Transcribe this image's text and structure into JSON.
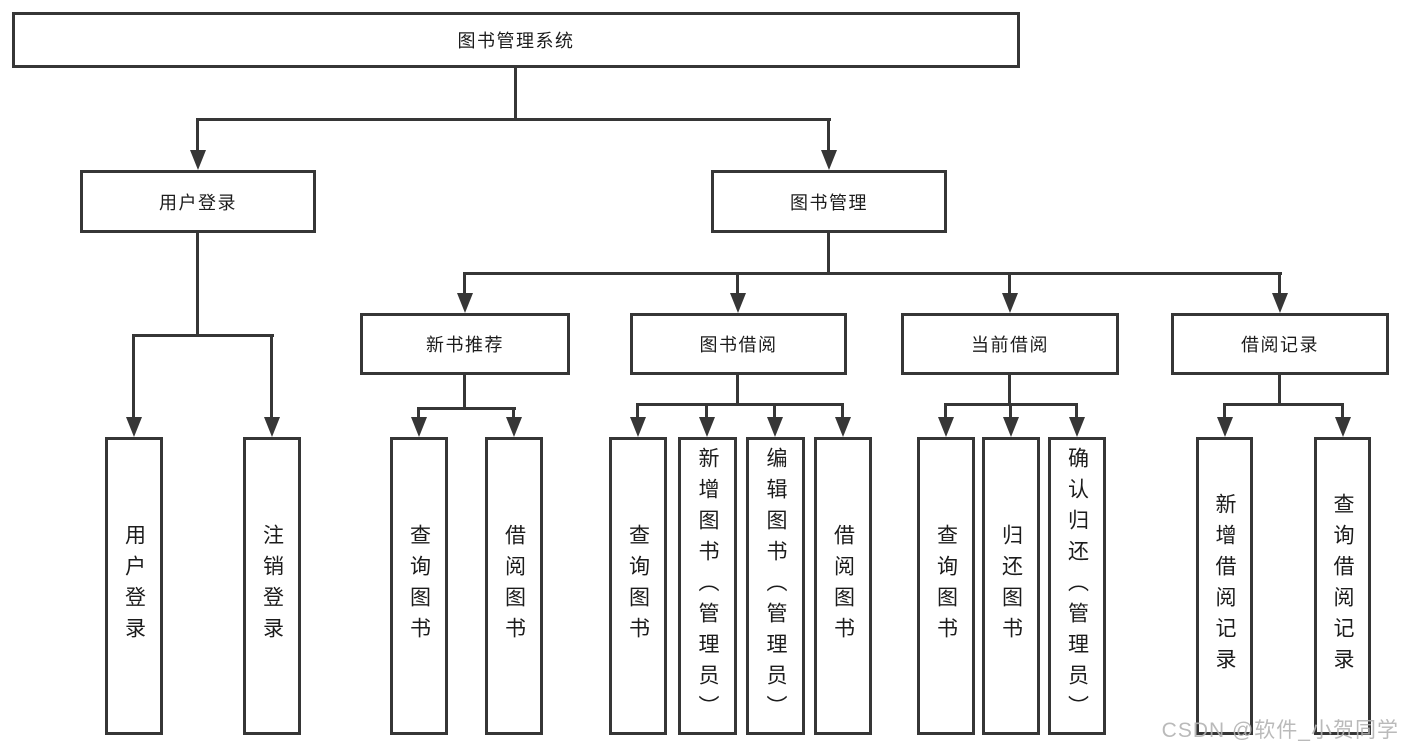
{
  "diagram_type": "hierarchy-tree",
  "tree": {
    "label": "图书管理系统",
    "children": [
      {
        "label": "用户登录",
        "children": [
          {
            "label": "用户登录"
          },
          {
            "label": "注销登录"
          }
        ]
      },
      {
        "label": "图书管理",
        "children": [
          {
            "label": "新书推荐",
            "children": [
              {
                "label": "查询图书"
              },
              {
                "label": "借阅图书"
              }
            ]
          },
          {
            "label": "图书借阅",
            "children": [
              {
                "label": "查询图书"
              },
              {
                "label": "新增图书（管理员）"
              },
              {
                "label": "编辑图书（管理员）"
              },
              {
                "label": "借阅图书"
              }
            ]
          },
          {
            "label": "当前借阅",
            "children": [
              {
                "label": "查询图书"
              },
              {
                "label": "归还图书"
              },
              {
                "label": "确认归还（管理员）"
              }
            ]
          },
          {
            "label": "借阅记录",
            "children": [
              {
                "label": "新增借阅记录"
              },
              {
                "label": "查询借阅记录"
              }
            ]
          }
        ]
      }
    ]
  },
  "watermark": {
    "text": "CSDN @软件_小贺同学"
  },
  "colors": {
    "line": "#363636",
    "text": "#1c1c1c",
    "watermark": "#b3b3b3",
    "background": "#ffffff"
  }
}
